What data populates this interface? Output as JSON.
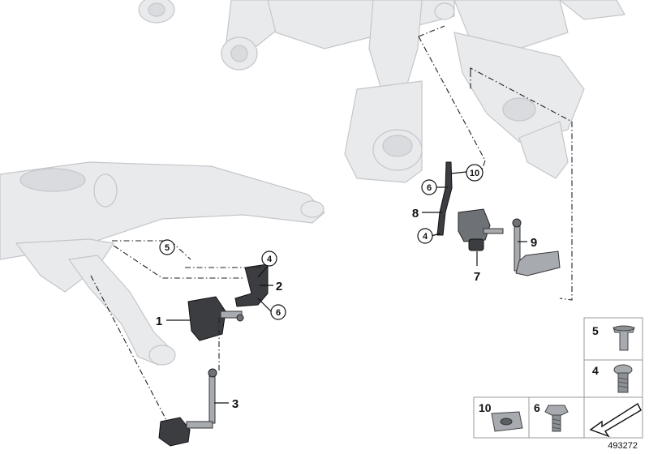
{
  "diagram": {
    "document_number": "493272",
    "callouts": {
      "c1": "1",
      "c2": "2",
      "c3": "3",
      "c7": "7",
      "c8": "8",
      "c9": "9"
    },
    "circled": {
      "left_5": "5",
      "left_4": "4",
      "left_6": "6",
      "right_10": "10",
      "right_6": "6",
      "right_4": "4"
    },
    "legend": {
      "item_5": "5",
      "item_4": "4",
      "item_10": "10",
      "item_6": "6"
    }
  }
}
